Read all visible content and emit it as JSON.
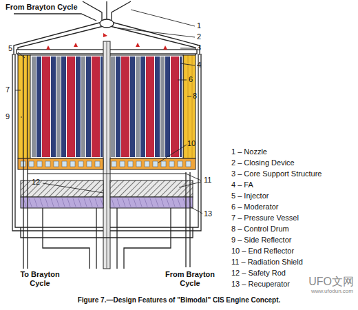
{
  "diagram": {
    "caption": "Figure 7.—Design Features of \"Bimodal\" CIS Engine Concept.",
    "labels": [
      "From Brayton Cycle",
      "1",
      "2",
      "3",
      "4",
      "5",
      "6",
      "7",
      "8",
      "9",
      "10",
      "11",
      "12",
      "13",
      "1 – Nozzle",
      "2 – Closing Device",
      "3 – Core Support Structure",
      "4 – FA",
      "5 – Injector",
      "6 – Moderator",
      "7 – Pressure Vessel",
      "8 – Control Drum",
      "9 – Side Reflector",
      "10 – End Reflector",
      "11 – Radiation Shield",
      "12 – Safety Rod",
      "13 – Recuperator",
      "To Brayton Cycle",
      "From Brayton Cycle",
      "UFO文网",
      "www.ufodun.com"
    ]
  }
}
